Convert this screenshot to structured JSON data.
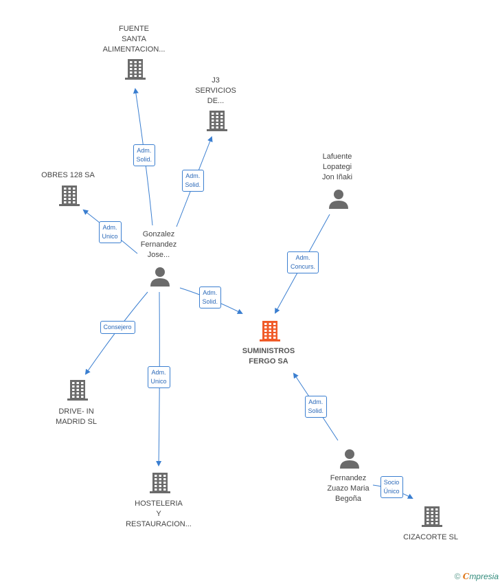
{
  "colors": {
    "edge": "#3a7ed0",
    "node_gray": "#6b6b6b",
    "node_main": "#f05a28"
  },
  "nodes": [
    {
      "id": "fuente",
      "kind": "company",
      "label": [
        "FUENTE",
        "SANTA",
        "ALIMENTACION..."
      ]
    },
    {
      "id": "j3",
      "kind": "company",
      "label": [
        "J3",
        "SERVICIOS",
        "DE..."
      ]
    },
    {
      "id": "obres",
      "kind": "company",
      "label": [
        "OBRES 128 SA"
      ]
    },
    {
      "id": "gonzalez",
      "kind": "person",
      "label": [
        "Gonzalez",
        "Fernandez",
        "Jose..."
      ]
    },
    {
      "id": "lafuente",
      "kind": "person",
      "label": [
        "Lafuente",
        "Lopategi",
        "Jon Iñaki"
      ]
    },
    {
      "id": "suministros",
      "kind": "company-main",
      "label": [
        "SUMINISTROS",
        "FERGO SA"
      ]
    },
    {
      "id": "drive",
      "kind": "company",
      "label": [
        "DRIVE- IN",
        "MADRID SL"
      ]
    },
    {
      "id": "hosteleria",
      "kind": "company",
      "label": [
        "HOSTELERIA",
        "Y",
        "RESTAURACION..."
      ]
    },
    {
      "id": "fernandez",
      "kind": "person",
      "label": [
        "Fernandez",
        "Zuazo Maria",
        "Begoña"
      ]
    },
    {
      "id": "cizacorte",
      "kind": "company",
      "label": [
        "CIZACORTE SL"
      ]
    }
  ],
  "edges": [
    {
      "id": "e_fuente",
      "from": "gonzalez",
      "to": "fuente",
      "label": [
        "Adm.",
        "Solid."
      ]
    },
    {
      "id": "e_j3",
      "from": "gonzalez",
      "to": "j3",
      "label": [
        "Adm.",
        "Solid."
      ]
    },
    {
      "id": "e_obres",
      "from": "gonzalez",
      "to": "obres",
      "label": [
        "Adm.",
        "Unico"
      ]
    },
    {
      "id": "e_sum_g",
      "from": "gonzalez",
      "to": "suministros",
      "label": [
        "Adm.",
        "Solid."
      ]
    },
    {
      "id": "e_drive",
      "from": "gonzalez",
      "to": "drive",
      "label": [
        "Consejero"
      ]
    },
    {
      "id": "e_host",
      "from": "gonzalez",
      "to": "hosteleria",
      "label": [
        "Adm.",
        "Unico"
      ]
    },
    {
      "id": "e_sum_l",
      "from": "lafuente",
      "to": "suministros",
      "label": [
        "Adm.",
        "Concurs."
      ]
    },
    {
      "id": "e_sum_f",
      "from": "fernandez",
      "to": "suministros",
      "label": [
        "Adm.",
        "Solid."
      ]
    },
    {
      "id": "e_ciza",
      "from": "fernandez",
      "to": "cizacorte",
      "label": [
        "Socio",
        "Único"
      ]
    }
  ],
  "footer": {
    "copyright": "©",
    "brand_first": "C",
    "brand_rest": "mpresia"
  }
}
